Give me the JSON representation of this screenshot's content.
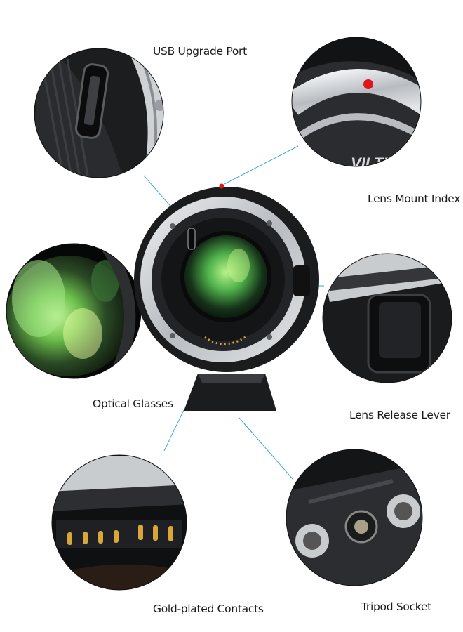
{
  "callouts": {
    "usb_port": "USB Upgrade Port",
    "lens_mount_index": "Lens Mount Index",
    "optical_glasses": "Optical Glasses",
    "lens_release_lever": "Lens Release Lever",
    "gold_contacts": "Gold-plated Contacts",
    "tripod_socket": "Tripod Socket"
  },
  "product": {
    "brand_mark": "VILTROX"
  },
  "colors": {
    "leader_line": "#3aa8d8",
    "index_dot": "#e0161b",
    "contact_gold": "#d9a63a",
    "aluminum": "#c9cccf",
    "body_black": "#1b1c1e",
    "glass_green": "#7dd86a"
  }
}
